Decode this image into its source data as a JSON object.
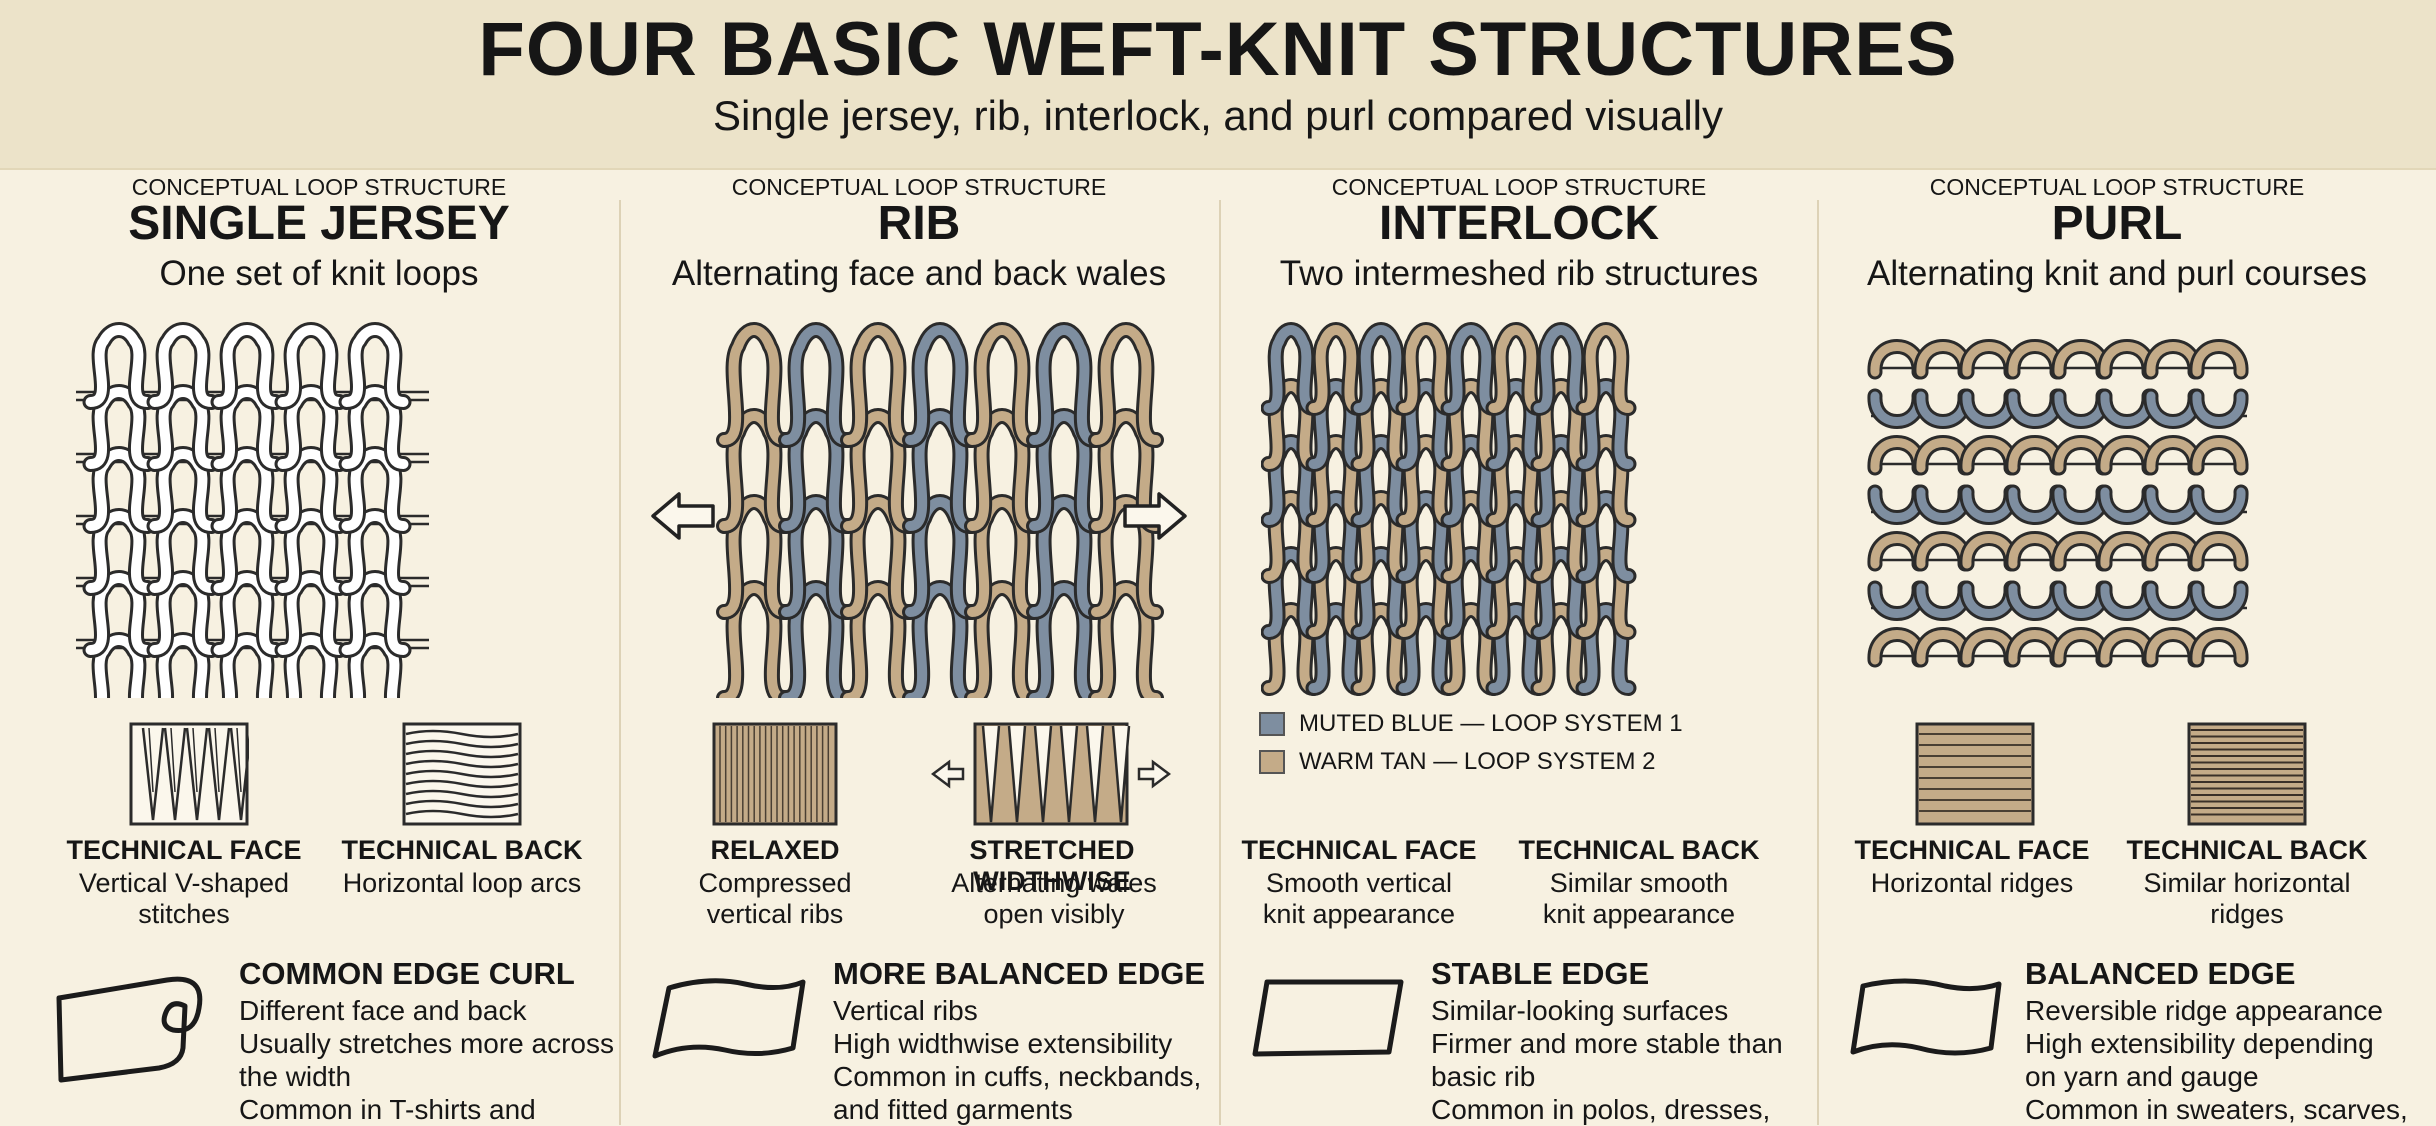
{
  "header": {
    "title": "FOUR BASIC WEFT-KNIT STRUCTURES",
    "subtitle": "Single jersey, rib, interlock, and purl compared visually"
  },
  "colors": {
    "blue": "#7e8ea0",
    "tan": "#c4ab88",
    "outline": "#2b2b2b",
    "background": "#f7f1e1",
    "header": "#ece3c9"
  },
  "columns": [
    {
      "concept": "CONCEPTUAL LOOP STRUCTURE",
      "name": "SINGLE JERSEY",
      "desc": "One set of knit loops",
      "swatch_a_title": "TECHNICAL FACE",
      "swatch_a_desc": [
        "Vertical V-shaped",
        "stitches"
      ],
      "swatch_b_title": "TECHNICAL BACK",
      "swatch_b_desc": [
        "Horizontal loop arcs"
      ],
      "edge_title": "COMMON EDGE CURL",
      "edge_lines": [
        "Different face and back",
        "Usually stretches more across",
        "the width",
        "Common in T-shirts and"
      ]
    },
    {
      "concept": "CONCEPTUAL LOOP STRUCTURE",
      "name": "RIB",
      "desc": "Alternating face and back wales",
      "swatch_a_title": "RELAXED",
      "swatch_a_desc": [
        "Compressed",
        "vertical ribs"
      ],
      "swatch_b_title": "STRETCHED WIDTHWISE",
      "swatch_b_desc": [
        "Alternating wales",
        "open visibly"
      ],
      "edge_title": "MORE BALANCED EDGE",
      "edge_lines": [
        "Vertical ribs",
        "High widthwise extensibility",
        "Common in cuffs, neckbands,",
        "and fitted garments"
      ]
    },
    {
      "concept": "CONCEPTUAL LOOP STRUCTURE",
      "name": "INTERLOCK",
      "desc": "Two intermeshed rib structures",
      "legend": [
        "MUTED BLUE — LOOP SYSTEM 1",
        "WARM TAN — LOOP SYSTEM 2"
      ],
      "swatch_a_title": "TECHNICAL FACE",
      "swatch_a_desc": [
        "Smooth vertical",
        "knit appearance"
      ],
      "swatch_b_title": "TECHNICAL BACK",
      "swatch_b_desc": [
        "Similar smooth",
        "knit appearance"
      ],
      "edge_title": "STABLE EDGE",
      "edge_lines": [
        "Similar-looking surfaces",
        "Firmer and more stable than",
        "basic rib",
        "Common in polos, dresses,"
      ]
    },
    {
      "concept": "CONCEPTUAL LOOP STRUCTURE",
      "name": "PURL",
      "desc": "Alternating knit and purl courses",
      "swatch_a_title": "TECHNICAL FACE",
      "swatch_a_desc": [
        "Horizontal ridges"
      ],
      "swatch_b_title": "TECHNICAL BACK",
      "swatch_b_desc": [
        "Similar horizontal",
        "ridges"
      ],
      "edge_title": "BALANCED EDGE",
      "edge_lines": [
        "Reversible ridge appearance",
        "High extensibility depending",
        "on yarn and gauge",
        "Common in sweaters, scarves,"
      ]
    }
  ]
}
